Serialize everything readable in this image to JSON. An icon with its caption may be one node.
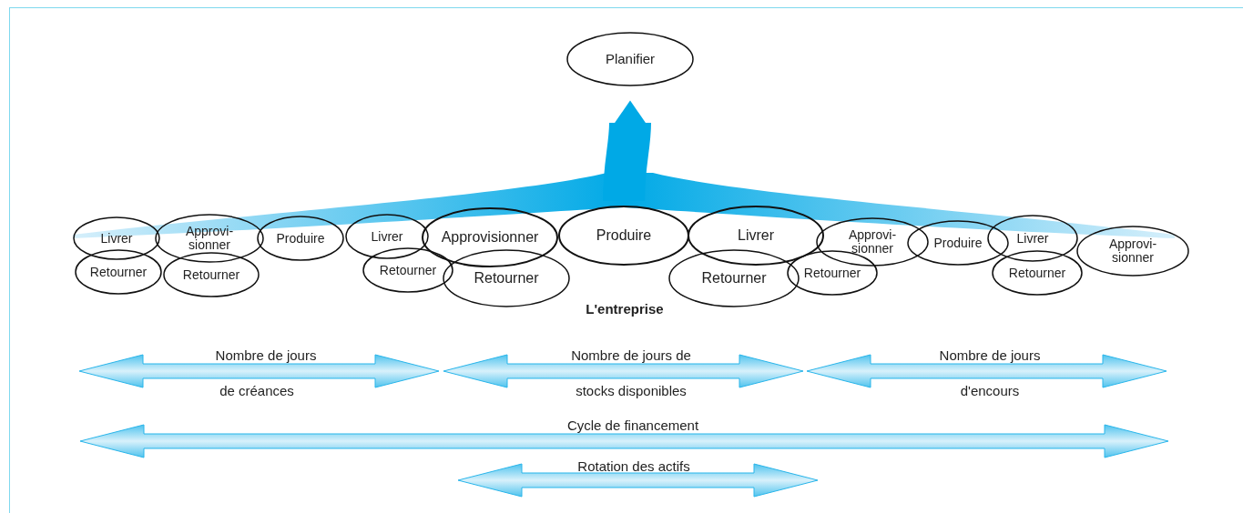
{
  "diagram": {
    "nodes": [
      {
        "text": [
          "Planifier"
        ]
      },
      {
        "text": [
          "Livrer"
        ]
      },
      {
        "text": [
          "Approvi- sionner"
        ]
      },
      {
        "text": [
          "Produire"
        ]
      },
      {
        "text": [
          "Livrer"
        ]
      },
      {
        "text": [
          "Approvisionner"
        ]
      },
      {
        "text": [
          "Produire"
        ]
      },
      {
        "text": [
          "Livrer"
        ]
      },
      {
        "text": [
          "Approvi- sionner"
        ]
      },
      {
        "text": [
          "Produire"
        ]
      },
      {
        "text": [
          "Livrer"
        ]
      },
      {
        "text": [
          "Approvi- sionner"
        ]
      },
      {
        "text": [
          "Retourner"
        ]
      },
      {
        "text": [
          "Retourner"
        ]
      },
      {
        "text": [
          "Retourner"
        ]
      },
      {
        "text": [
          "Retourner"
        ]
      },
      {
        "text": [
          "Retourner"
        ]
      },
      {
        "text": [
          "Retourner"
        ]
      },
      {
        "text": [
          "Retourner"
        ]
      }
    ],
    "edges": [
      {
        "from": 6,
        "to": 0,
        "arrow": "to"
      }
    ],
    "labels": [
      "L'entreprise",
      "Nombre de jours",
      "de créances",
      "Nombre de jours de",
      "stocks disponibles",
      "Nombre de jours",
      "d'encours",
      "Cycle de financement",
      "Rotation des actifs"
    ]
  }
}
